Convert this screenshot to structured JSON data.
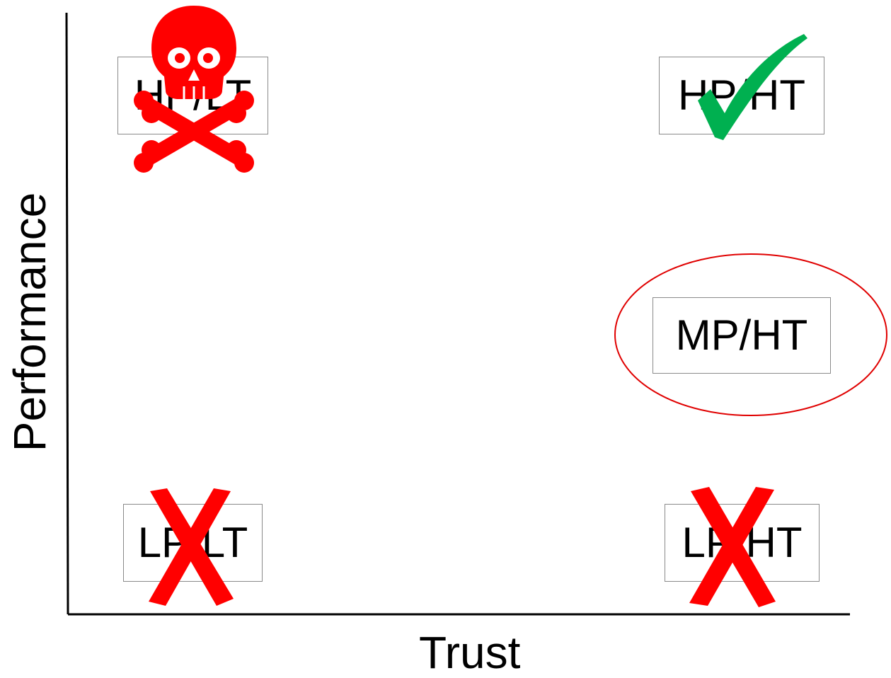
{
  "axes": {
    "x_label": "Trust",
    "y_label": "Performance"
  },
  "quadrants": {
    "hp_lt": {
      "label": "HP/LT",
      "marker": "skull-and-crossbones-icon",
      "marker_color": "#ff0000"
    },
    "hp_ht": {
      "label": "HP/HT",
      "marker": "checkmark-icon",
      "marker_color": "#00b050"
    },
    "mp_ht": {
      "label": "MP/HT",
      "marker": "highlight-ellipse",
      "marker_color": "#e00000"
    },
    "lp_lt": {
      "label": "LP/LT",
      "marker": "x-mark-icon",
      "marker_color": "#ff0000"
    },
    "lp_ht": {
      "label": "LP/HT",
      "marker": "x-mark-icon",
      "marker_color": "#ff0000"
    }
  },
  "colors": {
    "axis": "#000000",
    "box_border": "#8a8a8a",
    "danger": "#ff0000",
    "success": "#00b050"
  }
}
